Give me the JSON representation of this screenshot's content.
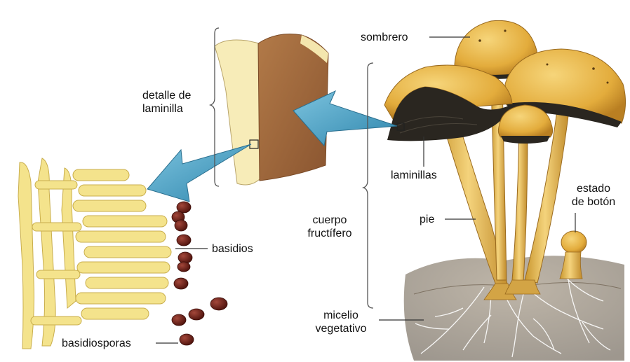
{
  "labels": {
    "sombrero": "sombrero",
    "detalle_line1": "detalle de",
    "detalle_line2": "laminilla",
    "laminillas": "laminillas",
    "estado_line1": "estado",
    "estado_line2": "de botón",
    "pie": "pie",
    "cuerpo_line1": "cuerpo",
    "cuerpo_line2": "fructífero",
    "basidios": "basidios",
    "micelio_line1": "micelio",
    "micelio_line2": "vegetativo",
    "basidiosporas": "basidiosporas"
  },
  "colors": {
    "cap": "#e8b84a",
    "gill": "#2a2620",
    "stem": "#f0cc72",
    "lamella_tissue": "#a06a3e",
    "lamella_frame": "#f7ecb8",
    "arrow": "#4a9fc0",
    "hyphae": "#f3e58a",
    "spore": "#6e1c14",
    "soil": "#6b5a45"
  }
}
